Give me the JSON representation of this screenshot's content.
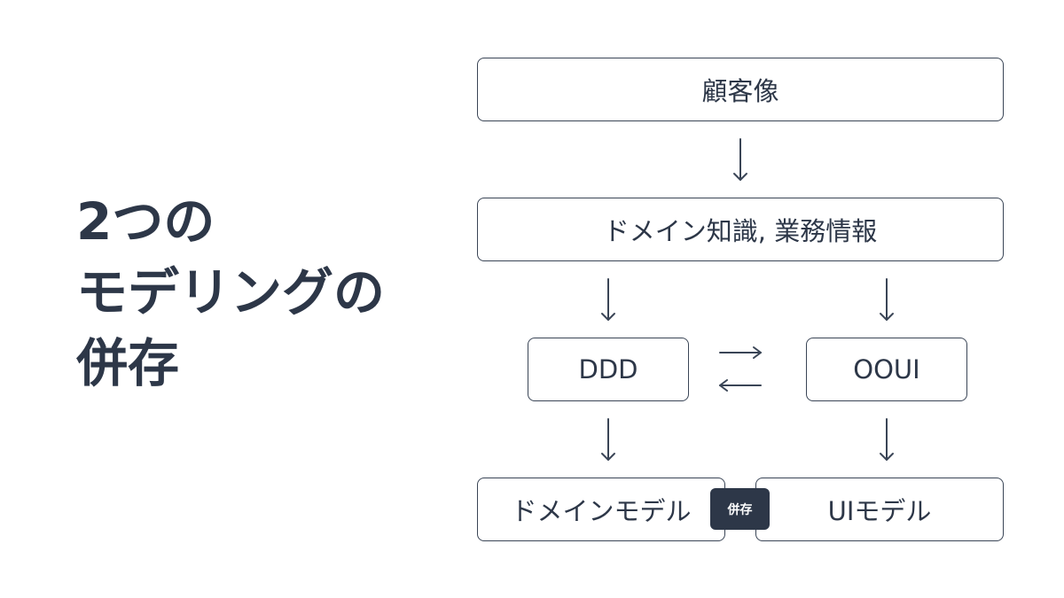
{
  "title": {
    "line1": "2つの",
    "line2": "モデリングの",
    "line3": "併存"
  },
  "diagram": {
    "customer_box": "顧客像",
    "domain_box": "ドメイン知識, 業務情報",
    "ddd_box": "DDD",
    "ooui_box": "OOUI",
    "domain_model_box": "ドメインモデル",
    "ui_model_box": "UIモデル",
    "coexist_badge": "併存"
  },
  "colors": {
    "text": "#2d3748",
    "border": "#3a4556",
    "badge_bg": "#2d3748",
    "background": "#ffffff"
  }
}
